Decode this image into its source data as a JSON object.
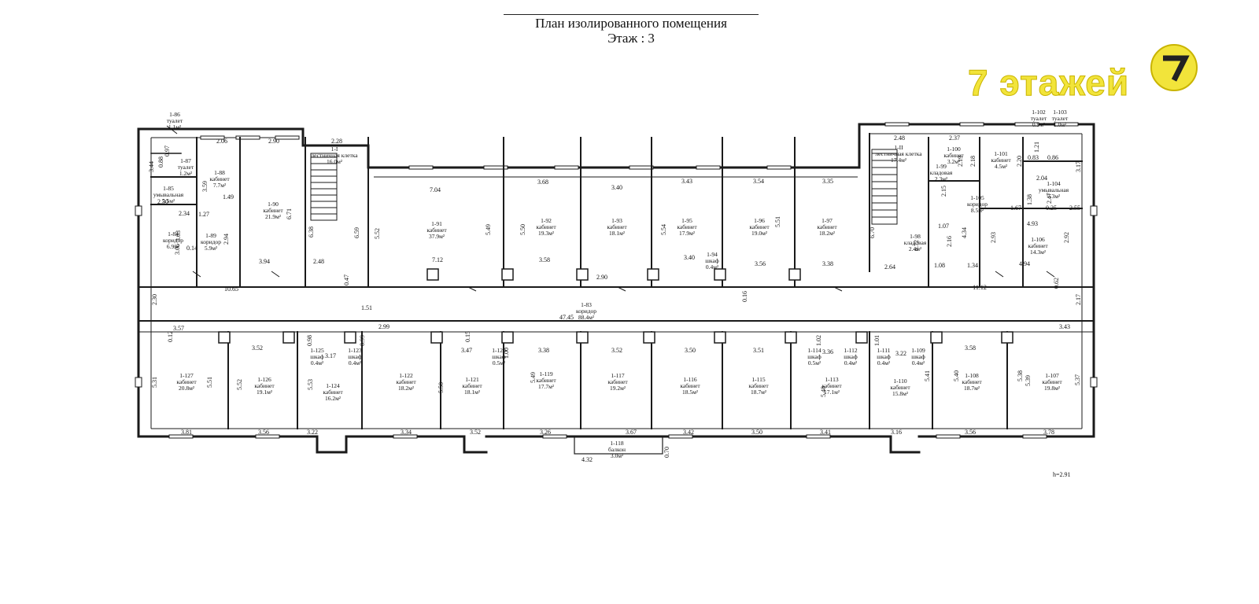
{
  "header": {
    "title": "План изолированного помещения",
    "floor": "Этаж : 3"
  },
  "logo": {
    "text": "7 этажей",
    "badge": "7",
    "color": "#f2e43a"
  },
  "height_note": "h=2.91",
  "colors": {
    "wall": "#1a1a1a",
    "background": "#ffffff",
    "logo": "#f2e43a"
  },
  "rooms": [
    {
      "id": "1-86",
      "name": "туалет",
      "area": "1.1м²"
    },
    {
      "id": "1-87",
      "name": "туалет",
      "area": "1.2м²"
    },
    {
      "id": "1-85",
      "name": "умывальная",
      "area": "5.5м²"
    },
    {
      "id": "1-84",
      "name": "коридор",
      "area": "6.9м²"
    },
    {
      "id": "1-88",
      "name": "кабинет",
      "area": "7.7м²"
    },
    {
      "id": "1-89",
      "name": "коридор",
      "area": "5.9м²"
    },
    {
      "id": "1-90",
      "name": "кабинет",
      "area": "21.9м²"
    },
    {
      "id": "1-I",
      "name": "лестничная клетка",
      "area": "16.0м²"
    },
    {
      "id": "1-91",
      "name": "кабинет",
      "area": "37.9м²"
    },
    {
      "id": "1-92",
      "name": "кабинет",
      "area": "19.3м²"
    },
    {
      "id": "1-93",
      "name": "кабинет",
      "area": "18.1м²"
    },
    {
      "id": "1-95",
      "name": "кабинет",
      "area": "17.9м²"
    },
    {
      "id": "1-94",
      "name": "шкаф",
      "area": "0.4м²"
    },
    {
      "id": "1-96",
      "name": "кабинет",
      "area": "19.0м²"
    },
    {
      "id": "1-97",
      "name": "кабинет",
      "area": "18.2м²"
    },
    {
      "id": "1-II",
      "name": "лестничная клетка",
      "area": "17.4м²"
    },
    {
      "id": "1-98",
      "name": "кладовая",
      "area": "2.4м²"
    },
    {
      "id": "1-99",
      "name": "кладовая",
      "area": "2.3м²"
    },
    {
      "id": "1-100",
      "name": "кабинет",
      "area": "3.2м²"
    },
    {
      "id": "1-101",
      "name": "кабинет",
      "area": "4.5м²"
    },
    {
      "id": "1-102",
      "name": "туалет",
      "area": "0.9м²"
    },
    {
      "id": "1-103",
      "name": "туалет",
      "area": "1.0м²"
    },
    {
      "id": "1-104",
      "name": "умывальная",
      "area": "7.3м²"
    },
    {
      "id": "1-105",
      "name": "коридор",
      "area": "8.5м²"
    },
    {
      "id": "1-106",
      "name": "кабинет",
      "area": "14.3м²"
    },
    {
      "id": "1-83",
      "name": "коридор",
      "area": "88.4м²"
    },
    {
      "id": "1-127",
      "name": "кабинет",
      "area": "20.8м²"
    },
    {
      "id": "1-126",
      "name": "кабинет",
      "area": "19.1м²"
    },
    {
      "id": "1-125",
      "name": "шкаф",
      "area": "0.4м²"
    },
    {
      "id": "1-123",
      "name": "шкаф",
      "area": "0.4м²"
    },
    {
      "id": "1-124",
      "name": "кабинет",
      "area": "16.2м²"
    },
    {
      "id": "1-122",
      "name": "кабинет",
      "area": "18.2м²"
    },
    {
      "id": "1-121",
      "name": "кабинет",
      "area": "18.1м²"
    },
    {
      "id": "1-120",
      "name": "шкаф",
      "area": "0.5м²"
    },
    {
      "id": "1-119",
      "name": "кабинет",
      "area": "17.7м²"
    },
    {
      "id": "1-117",
      "name": "кабинет",
      "area": "19.2м²"
    },
    {
      "id": "1-116",
      "name": "кабинет",
      "area": "18.5м²"
    },
    {
      "id": "1-115",
      "name": "кабинет",
      "area": "18.7м²"
    },
    {
      "id": "1-114",
      "name": "шкаф",
      "area": "0.5м²"
    },
    {
      "id": "1-113",
      "name": "кабинет",
      "area": "17.1м²"
    },
    {
      "id": "1-112",
      "name": "шкаф",
      "area": "0.4м²"
    },
    {
      "id": "1-111",
      "name": "шкаф",
      "area": "0.4м²"
    },
    {
      "id": "1-110",
      "name": "кабинет",
      "area": "15.8м²"
    },
    {
      "id": "1-109",
      "name": "шкаф",
      "area": "0.4м²"
    },
    {
      "id": "1-108",
      "name": "кабинет",
      "area": "18.7м²"
    },
    {
      "id": "1-107",
      "name": "кабинет",
      "area": "19.8м²"
    },
    {
      "id": "1-118",
      "name": "балкон",
      "area": "3.0м²"
    }
  ],
  "dimensions": [
    "2.06",
    "2.90",
    "2.28",
    "7.04",
    "3.68",
    "3.40",
    "3.43",
    "3.54",
    "3.35",
    "2.48",
    "2.37",
    "3.44",
    "3.59",
    "6.71",
    "6.38",
    "6.59",
    "5.52",
    "5.49",
    "5.50",
    "5.54",
    "5.51",
    "6.70",
    "6.72",
    "2.93",
    "2.92",
    "2.34",
    "2.30",
    "1.27",
    "1.49",
    "3.03",
    "2.94",
    "3.06",
    "3.94",
    "2.48",
    "0.14",
    "7.12",
    "3.58",
    "2.90",
    "3.40",
    "3.56",
    "3.38",
    "2.64",
    "1.08",
    "1.34",
    "4.94",
    "10.65",
    "47.45",
    "11.12",
    "0.47",
    "1.51",
    "0.16",
    "0.62",
    "2.17",
    "2.30",
    "3.57",
    "3.52",
    "3.17",
    "2.99",
    "3.47",
    "3.38",
    "3.52",
    "3.50",
    "3.51",
    "3.36",
    "3.22",
    "3.58",
    "3.43",
    "3.81",
    "3.56",
    "3.22",
    "3.34",
    "3.52",
    "3.26",
    "3.67",
    "3.42",
    "3.50",
    "3.41",
    "3.16",
    "3.56",
    "3.78",
    "4.32",
    "0.70",
    "5.31",
    "5.51",
    "5.52",
    "5.53",
    "5.50",
    "5.49",
    "5.48",
    "5.41",
    "5.40",
    "5.38",
    "5.39",
    "5.37",
    "4.93",
    "2.55",
    "1.67",
    "1.38",
    "1.07",
    "2.16",
    "4.34",
    "2.15",
    "2.19",
    "2.18",
    "2.20",
    "0.83",
    "0.86",
    "1.21",
    "3.17",
    "2.04",
    "2.47",
    "0.25",
    "0.12",
    "0.98",
    "0.99",
    "0.15",
    "1.00",
    "1.02",
    "1.01",
    "0.97",
    "0.88"
  ]
}
